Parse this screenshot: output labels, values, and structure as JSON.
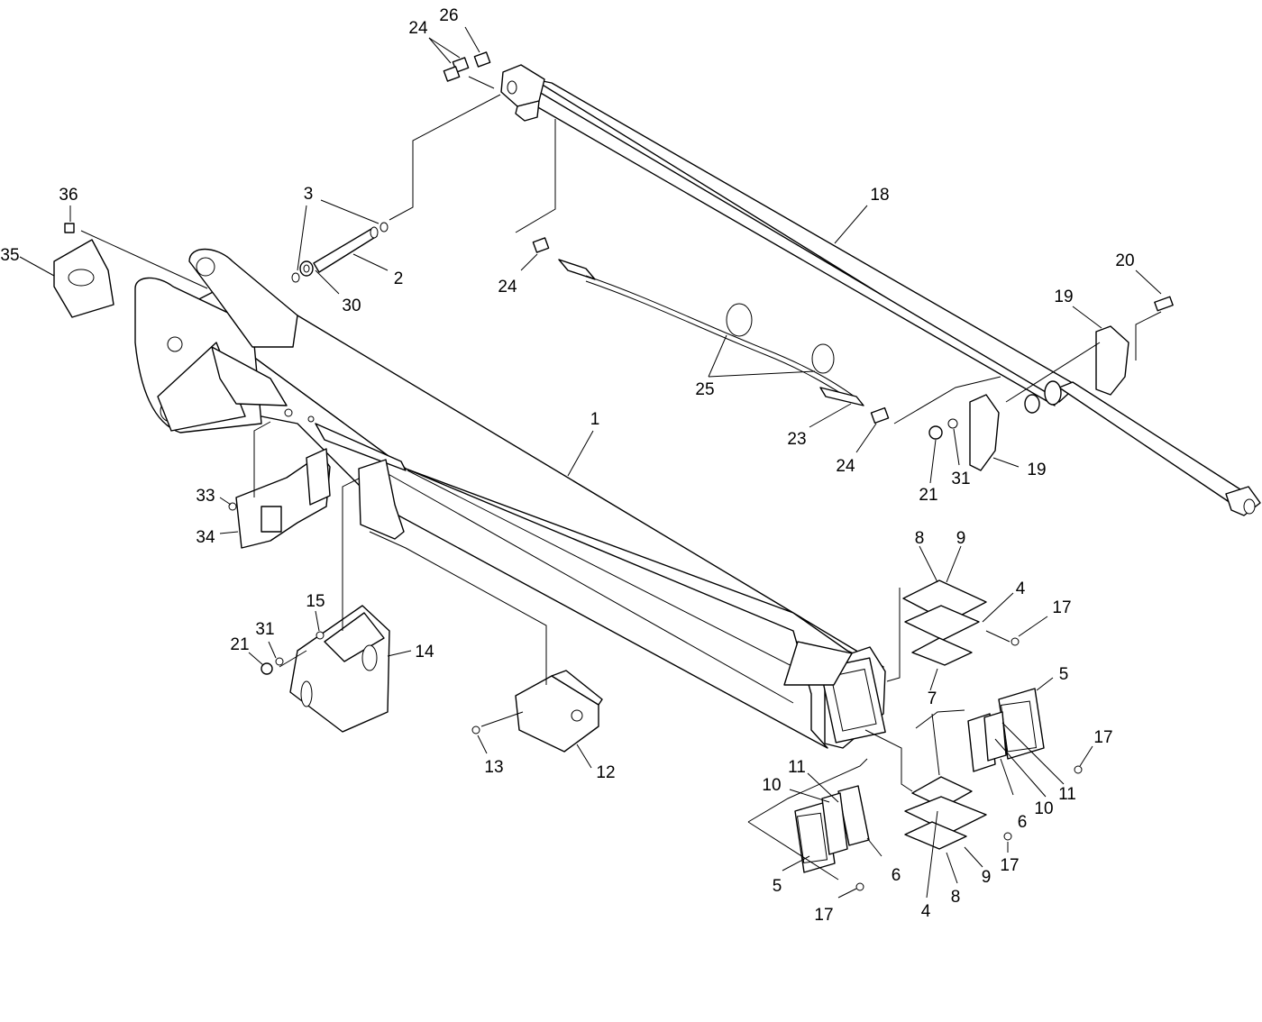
{
  "diagram": {
    "callouts": {
      "c1": "1",
      "c2": "2",
      "c3": "3",
      "c30": "30",
      "c36": "36",
      "c35": "35",
      "c24a": "24",
      "c26": "26",
      "c24b": "24",
      "c25": "25",
      "c23": "23",
      "c24c": "24",
      "c18": "18",
      "c20": "20",
      "c19a": "19",
      "c19b": "19",
      "c21a": "21",
      "c31a": "31",
      "c33": "33",
      "c34": "34",
      "c15": "15",
      "c31b": "31",
      "c21b": "21",
      "c14": "14",
      "c13": "13",
      "c12": "12",
      "c8a": "8",
      "c9a": "9",
      "c4a": "4",
      "c17a": "17",
      "c7": "7",
      "c5a": "5",
      "c17b": "17",
      "c6a": "6",
      "c10a": "10",
      "c11a": "11",
      "c11b": "11",
      "c10b": "10",
      "c5b": "5",
      "c17c": "17",
      "c6b": "6",
      "c4b": "4",
      "c8b": "8",
      "c9b": "9",
      "c17d": "17"
    }
  }
}
